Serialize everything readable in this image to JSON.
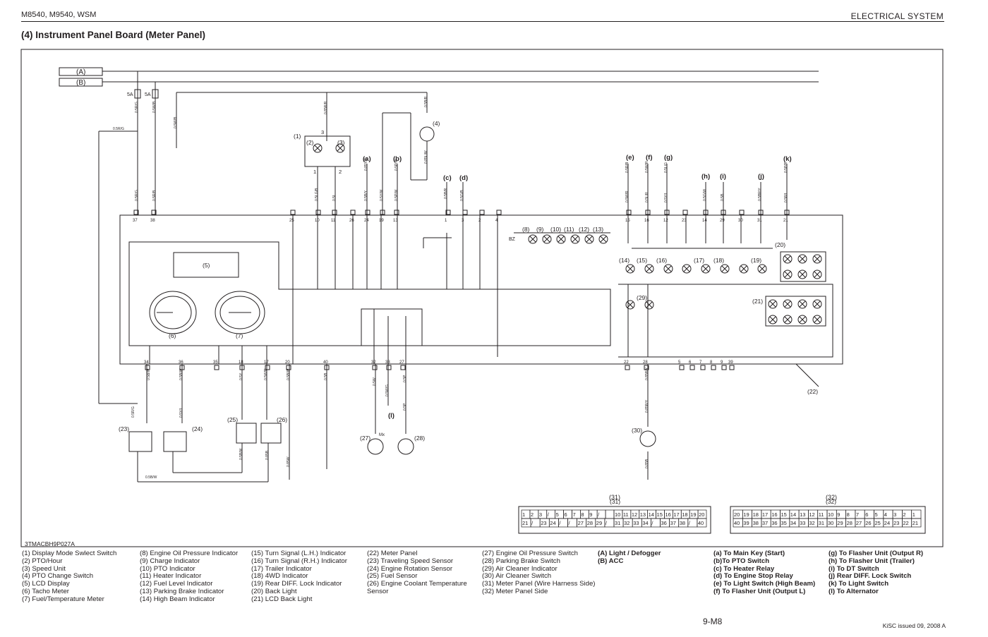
{
  "header": {
    "left": "M8540, M9540, WSM",
    "right": "ELECTRICAL  SYSTEM"
  },
  "title": "(4)  Instrument Panel Board (Meter Panel)",
  "figure_code": "3TMACBH9P027A",
  "buses": [
    "(A)",
    "(B)"
  ],
  "fuses": [
    "5A",
    "5A"
  ],
  "wire_labels": {
    "w1": "0.5R/G",
    "w2": "0.5W/B",
    "w3": "0.5R/G",
    "w4": "0.5R/B",
    "w5": "0.5R/G",
    "w6": "0.5W/B",
    "w7": "0.5B/W",
    "w8": "0.5R/G",
    "w9": "0.5B/W",
    "w10": "0.85Y/R",
    "w11": "0.5P/W",
    "w12": "0.5LG/B",
    "w13": "0.5L",
    "w14": "0.5B/Y",
    "w15": "0.5Y/W",
    "w16": "0.5P/W",
    "w17": "0.85L/W",
    "w18": "0.5B/R",
    "w19": "0.85R/R",
    "w20": "0.5B/R",
    "w21": "0.5G/B",
    "w22": "0.5R/B",
    "w23": "0.5W/R",
    "w24": "0.5L/G",
    "w25": "0.5W/R",
    "w26": "0.5L/R",
    "w27": "0.5Y/L",
    "w28": "0.5G/W",
    "w29": "0.5B",
    "w30": "0.5BR/Y",
    "w31": "0.5P/R",
    "w32": "0.5R/L",
    "w33": "0.5Y/L",
    "w34": "0.5Y",
    "w35": "0.5W/R",
    "w36": "0.5B/W",
    "w37": "0.5B",
    "w38": "0.5W",
    "w39": "0.5W/G",
    "w40": "0.5P",
    "w41": "0.5P",
    "w42": "0.85R/Y",
    "w43": "0.85R/Y",
    "w44": "0.85B",
    "w45": "0.5B/W",
    "w46": "0.85B",
    "w47": "0.85W",
    "w48": "0.5B/W"
  },
  "pins_top": [
    "37",
    "38",
    "25",
    "10",
    "11",
    "26",
    "24",
    "19",
    "13",
    "1",
    "3",
    "2",
    "4",
    "15",
    "16",
    "12",
    "23",
    "14",
    "29",
    "30",
    "31",
    "21"
  ],
  "pins_bottom": [
    "34",
    "36",
    "35",
    "18",
    "17",
    "20",
    "40",
    "32",
    "33",
    "27",
    "22",
    "28",
    "5",
    "6",
    "7",
    "8",
    "9",
    "39"
  ],
  "callouts": [
    "(1)",
    "(2)",
    "(3)",
    "(4)",
    "(5)",
    "(6)",
    "(7)",
    "(8)",
    "(9)",
    "(10)",
    "(11)",
    "(12)",
    "(13)",
    "(14)",
    "(15)",
    "(16)",
    "(17)",
    "(18)",
    "(19)",
    "(20)",
    "(21)",
    "(22)",
    "(23)",
    "(24)",
    "(25)",
    "(26)",
    "(27)",
    "(28)",
    "(29)",
    "(30)",
    "(31)",
    "(32)"
  ],
  "outputs": [
    "(a)",
    "(b)",
    "(c)",
    "(d)",
    "(e)",
    "(f)",
    "(g)",
    "(h)",
    "(i)",
    "(j)",
    "(k)",
    "(l)"
  ],
  "misc": {
    "bz": "BZ",
    "mx": "Mx",
    "num3": "3",
    "num1": "1",
    "num2": "2"
  },
  "connector_31": {
    "label": "(31)",
    "row1": [
      "1",
      "2",
      "3",
      "/",
      "5",
      "6",
      "7",
      "8",
      "9",
      "/",
      "",
      "10",
      "11",
      "12",
      "13",
      "14",
      "15",
      "16",
      "17",
      "18",
      "19",
      "20"
    ],
    "row2": [
      "21",
      "/",
      "23",
      "24",
      "/",
      "/",
      "27",
      "28",
      "29",
      "/",
      "31",
      "32",
      "33",
      "34",
      "/",
      "36",
      "37",
      "38",
      "/",
      "40"
    ]
  },
  "connector_32": {
    "label": "(32)",
    "row1": [
      "20",
      "19",
      "18",
      "17",
      "16",
      "15",
      "14",
      "13",
      "12",
      "11",
      "10",
      "9",
      "8",
      "7",
      "6",
      "5",
      "4",
      "3",
      "2",
      "1"
    ],
    "row2": [
      "40",
      "39",
      "38",
      "37",
      "36",
      "35",
      "34",
      "33",
      "32",
      "31",
      "30",
      "29",
      "28",
      "27",
      "26",
      "25",
      "24",
      "23",
      "22",
      "21"
    ]
  },
  "legend": {
    "col1": [
      "(1) Display Mode Swlect Switch",
      "(2) PTO/Hour",
      "(3) Speed Unit",
      "(4) PTO Change Switch",
      "(5) LCD Display",
      "(6) Tacho Meter",
      "(7) Fuel/Temperature Meter"
    ],
    "col2": [
      "(8) Engine Oil Pressure Indicator",
      "(9) Charge Indicator",
      "(10) PTO Indicator",
      "(11) Heater Indicator",
      "(12) Fuel Level Indicator",
      "(13) Parking Brake Indicator",
      "(14) High Beam Indicator"
    ],
    "col3": [
      "(15) Turn Signal (L.H.) Indicator",
      "(16) Turn Signal (R.H.) Indicator",
      "(17) Trailer Indicator",
      "(18) 4WD Indicator",
      "(19) Rear DIFF. Lock Indicator",
      "(20) Back Light",
      "(21) LCD Back Light"
    ],
    "col4": [
      "(22) Meter Panel",
      "(23) Traveling Speed Sensor",
      "(24) Engine Rotation Sensor",
      "(25) Fuel Sensor",
      "(26) Engine Coolant Temperature",
      "      Sensor"
    ],
    "col5": [
      "(27) Engine Oil Pressure Switch",
      "(28) Parking Brake Switch",
      "(29) Air Cleaner Indicator",
      "(30) Air Cleaner Switch",
      "(31) Meter Panel (Wire Harness Side)",
      "(32) Meter Panel Side"
    ],
    "col6": [
      "(A) Light / Defogger",
      "(B) ACC"
    ],
    "col7": [
      "(a) To Main Key (Start)",
      "(b)To PTO Switch",
      "(c) To Heater Relay",
      "(d) To Engine Stop Relay",
      "(e) To Light Switch (High Beam)",
      "(f) To Flasher Unit (Output L)"
    ],
    "col8": [
      "(g) To Flasher Unit (Output R)",
      "(h) To Flasher Unit (Trailer)",
      "(i) To DT Switch",
      "(j) Rear DIFF. Lock Switch",
      "(k) To Light Switch",
      "(l) To Alternator"
    ]
  },
  "footer": {
    "page": "9-M8",
    "issue": "KiSC issued 09, 2008 A"
  },
  "colors": {
    "ink": "#231f20",
    "paper": "#ffffff"
  }
}
